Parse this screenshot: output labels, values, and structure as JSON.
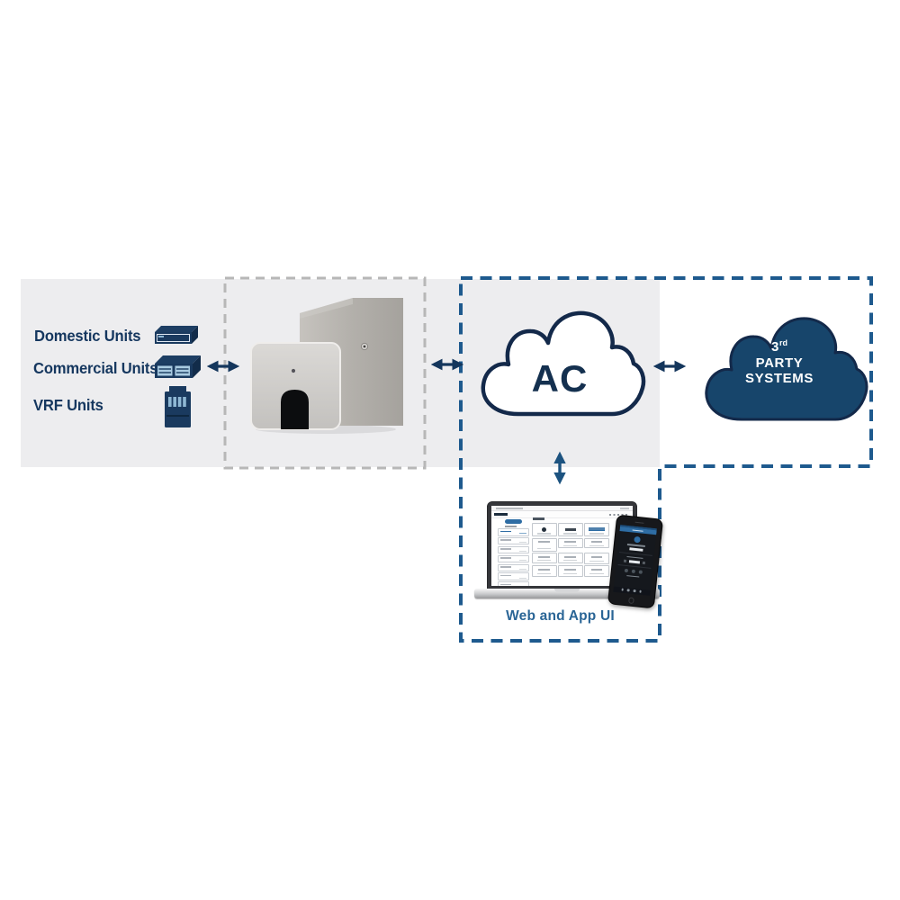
{
  "units_panel": {
    "items": [
      {
        "label": "Domestic Units",
        "icon": "domestic-wall-unit-icon"
      },
      {
        "label": "Commercial Units",
        "icon": "commercial-ducted-unit-icon"
      },
      {
        "label": "VRF Units",
        "icon": "vrf-outdoor-unit-icon"
      }
    ]
  },
  "gateway": {
    "description": "controller hardware devices"
  },
  "ac_cloud": {
    "label": "AC"
  },
  "third_party_cloud": {
    "number": "3",
    "ordinal_suffix": "rd",
    "line2": "PARTY",
    "line3": "SYSTEMS"
  },
  "web_app": {
    "caption": "Web and App UI"
  },
  "colors": {
    "panel_gray": "#ededef",
    "dashed_gray": "#b7b7b7",
    "dashed_blue": "#1e5a8e",
    "arrow_navy": "#14365c",
    "navy_text": "#15375f",
    "cloud_outline": "#13294a",
    "third_party_fill": "#17456b",
    "caption_blue": "#2a6596",
    "app_accent_blue": "#2e6da4"
  }
}
